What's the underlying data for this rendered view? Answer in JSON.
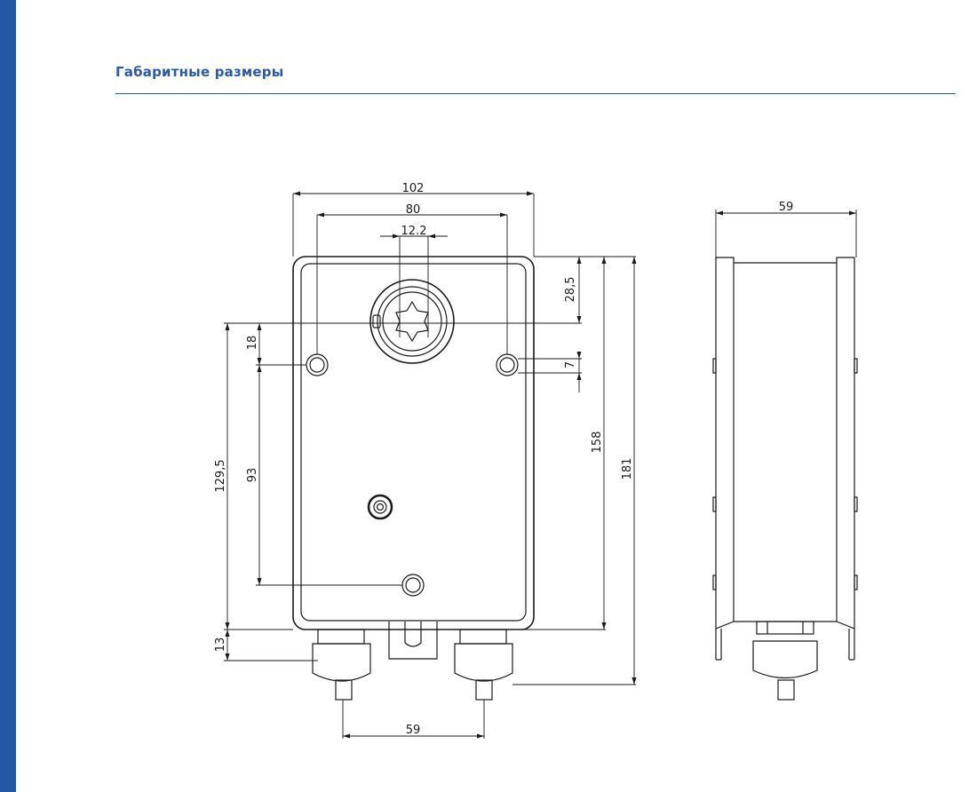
{
  "section_title": "Габаритные размеры",
  "colors": {
    "accent": "#2457a5",
    "title": "#2a5aa7",
    "line": "#1a1a1a"
  },
  "front_view": {
    "dim_overall_width": "102",
    "dim_mount_spacing": "80",
    "dim_shaft": "12.2",
    "dim_top_to_shaft": "28,5",
    "dim_hole_offset": "7",
    "dim_body_height": "158",
    "dim_total_height": "181",
    "dim_left_hole_offset": "18",
    "dim_holes_vertical": "93",
    "dim_left_height": "129,5",
    "dim_bottom": "13",
    "dim_gland_spacing": "59"
  },
  "side_view": {
    "dim_depth": "59"
  }
}
